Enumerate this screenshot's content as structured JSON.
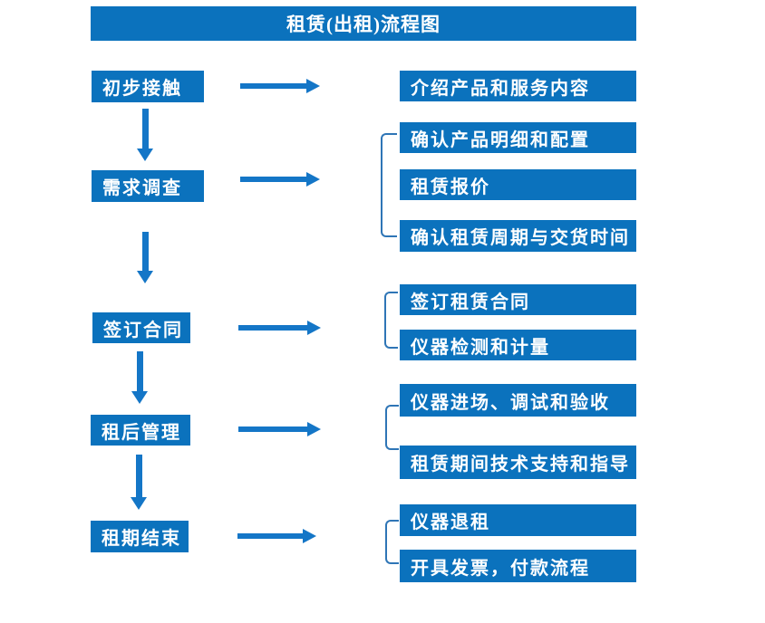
{
  "title": "租赁(出租)流程图",
  "colors": {
    "box_blue": "#0B72BD",
    "arrow_blue": "#1476C7",
    "bracket_blue": "#2E75B6",
    "text_color": "#FFFFFF",
    "background": "#FFFFFF"
  },
  "stages": [
    {
      "label": "初步接触",
      "details": [
        "介绍产品和服务内容"
      ]
    },
    {
      "label": "需求调查",
      "details": [
        "确认产品明细和配置",
        "租赁报价",
        "确认租赁周期与交货时间"
      ]
    },
    {
      "label": "签订合同",
      "details": [
        "签订租赁合同",
        "仪器检测和计量"
      ]
    },
    {
      "label": "租后管理",
      "details": [
        "仪器进场、调试和验收",
        "租赁期间技术支持和指导"
      ]
    },
    {
      "label": "租期结束",
      "details": [
        "仪器退租",
        "开具发票，付款流程"
      ]
    }
  ]
}
